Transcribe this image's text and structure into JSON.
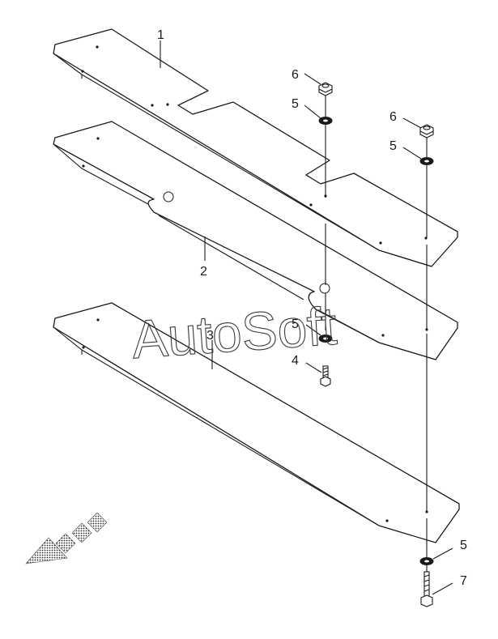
{
  "watermark": "AutoSoft",
  "callouts": {
    "plate_upper": "1",
    "plate_middle": "2",
    "plate_lower": "3",
    "bolt_short": "4",
    "washer_top_left": "5",
    "washer_top_right": "5",
    "washer_middle": "5",
    "washer_bottom": "5",
    "nut_left": "6",
    "nut_right": "6",
    "bolt_long": "7"
  },
  "direction_arrow_icon": "front-direction-arrow-icon"
}
